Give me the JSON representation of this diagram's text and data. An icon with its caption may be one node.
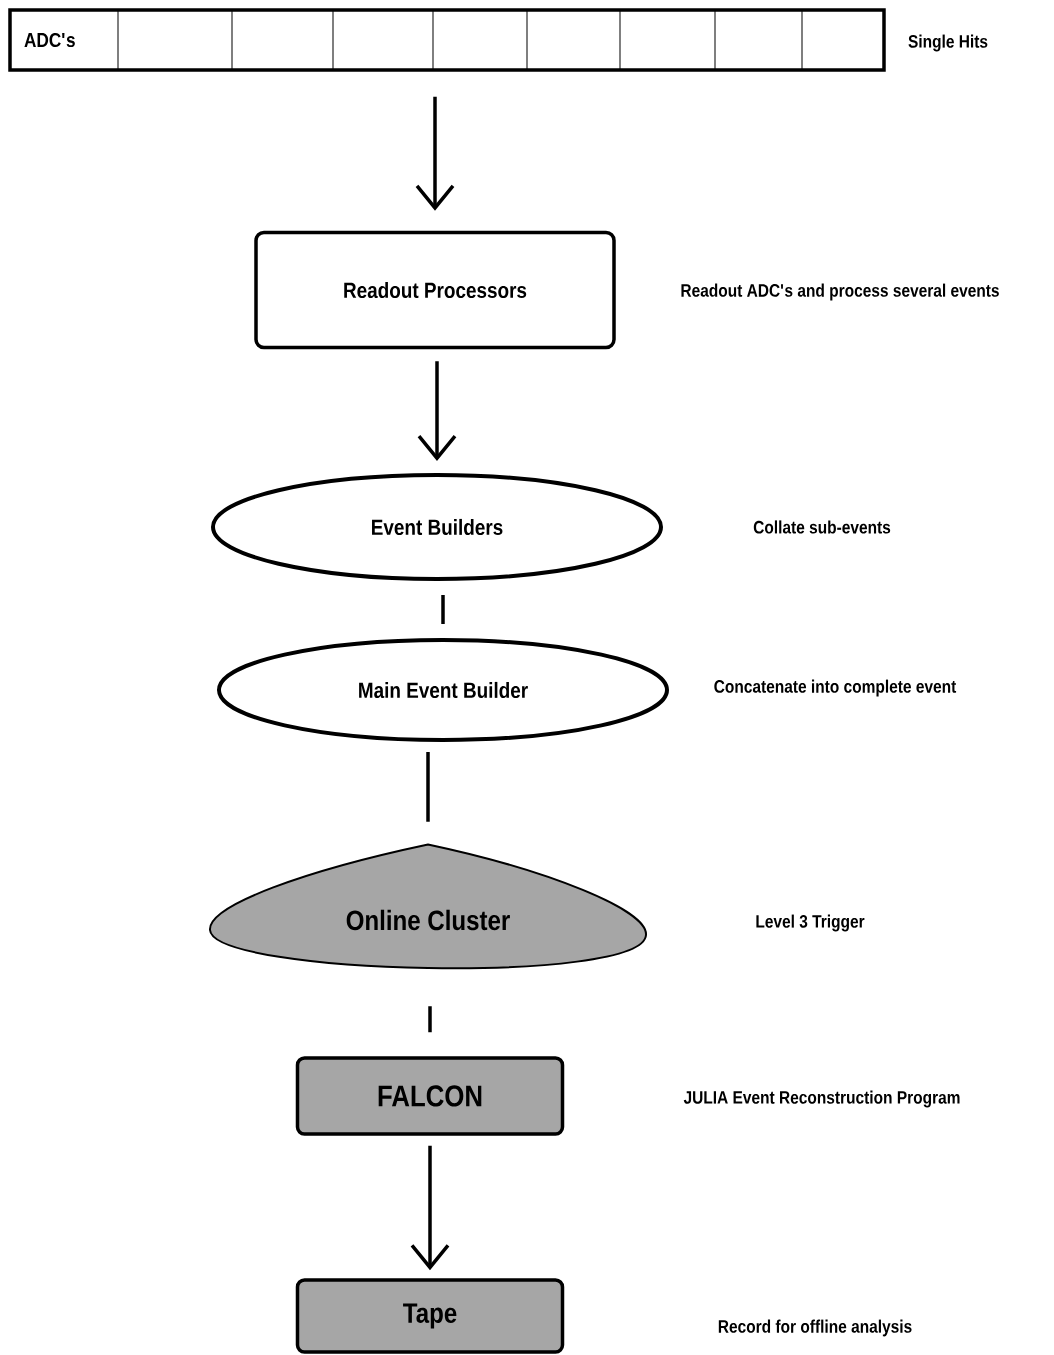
{
  "diagram": {
    "nodes": [
      {
        "text": [
          "ADC's"
        ]
      },
      {
        "text": [
          "Readout Processors"
        ]
      },
      {
        "text": [
          "Event Builders"
        ]
      },
      {
        "text": [
          "Main Event Builder"
        ]
      },
      {
        "text": [
          "Online Cluster"
        ]
      },
      {
        "text": [
          "FALCON"
        ]
      },
      {
        "text": [
          "Tape"
        ]
      }
    ],
    "edges": [
      {
        "from": 0,
        "to": 1,
        "arrow": "to"
      },
      {
        "from": 1,
        "to": 2,
        "arrow": "to"
      },
      {
        "from": 2,
        "to": 3,
        "arrow": "none"
      },
      {
        "from": 3,
        "to": 4,
        "arrow": "none"
      },
      {
        "from": 4,
        "to": 5,
        "arrow": "none"
      },
      {
        "from": 5,
        "to": 6,
        "arrow": "to"
      }
    ],
    "labels": [
      "Single Hits",
      "Readout ADC's and process several events",
      "Collate sub-events",
      "Concatenate into complete event",
      "Level 3 Trigger",
      "JULIA Event Reconstruction Program",
      "Record for offline analysis"
    ]
  }
}
